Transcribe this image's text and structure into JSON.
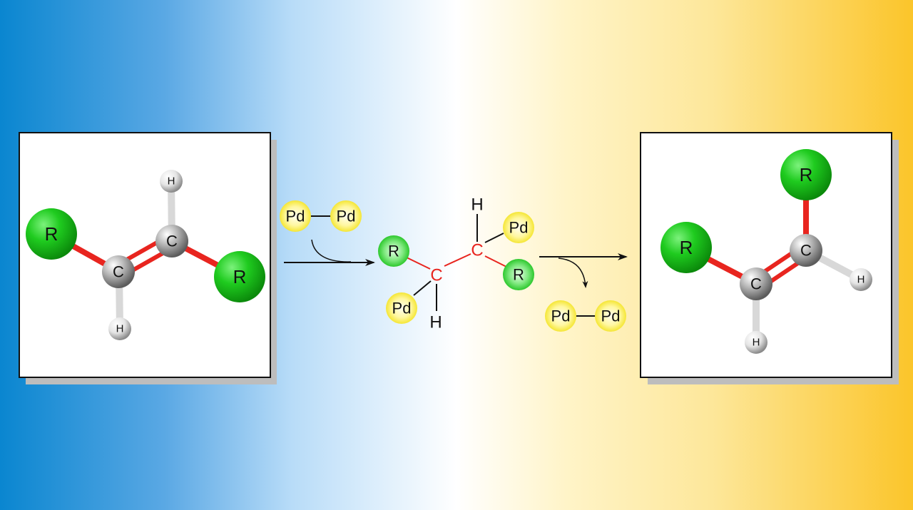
{
  "colors": {
    "background_left": "#0a86d0",
    "background_right": "#fbc52a",
    "r_group": "#17c317",
    "palladium": "#f7ea2a",
    "bond": "#e8251f",
    "carbon": "#9a9a9a",
    "hydrogen": "#e6e6e6"
  },
  "reactant": {
    "atoms": {
      "r_left": "R",
      "c_left": "C",
      "c_right": "C",
      "r_right": "R",
      "h_top": "H",
      "h_bottom": "H"
    }
  },
  "reagent": {
    "pd_1": "Pd",
    "pd_2": "Pd"
  },
  "intermediate": {
    "r_left": "R",
    "c_left": "C",
    "c_right": "C",
    "r_right": "R",
    "pd_top": "Pd",
    "pd_bottom": "Pd",
    "h_top": "H",
    "h_bottom": "H"
  },
  "released": {
    "pd_1": "Pd",
    "pd_2": "Pd"
  },
  "product": {
    "atoms": {
      "r_left": "R",
      "c_left": "C",
      "c_right": "C",
      "r_top": "R",
      "h_right": "H",
      "h_bottom": "H"
    }
  }
}
